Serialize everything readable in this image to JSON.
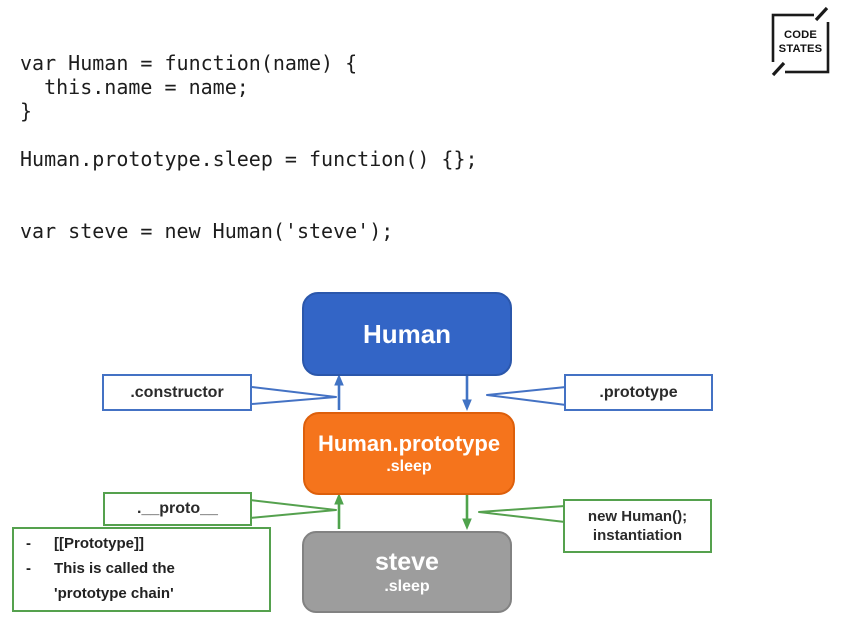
{
  "code": {
    "text": "var Human = function(name) {\n  this.name = name;\n}\n\nHuman.prototype.sleep = function() {};\n\n\nvar steve = new Human('steve');"
  },
  "logo": {
    "top": "CODE",
    "bottom": "STATES"
  },
  "diagram": {
    "human_box": {
      "title": "Human"
    },
    "prototype_box": {
      "title": "Human.prototype",
      "subtitle": ".sleep"
    },
    "steve_box": {
      "title": "steve",
      "subtitle": ".sleep"
    },
    "callout_constructor": {
      "label": ".constructor"
    },
    "callout_prototype": {
      "label": ".prototype"
    },
    "callout_proto": {
      "label": ".__proto__"
    },
    "callout_instantiation": {
      "line1": "new Human();",
      "line2": "instantiation"
    },
    "note": {
      "bullet": "-",
      "items": [
        "[[Prototype]]",
        "This is called the 'prototype chain'"
      ]
    },
    "colors": {
      "human_fill": "#3365c6",
      "human_border": "#2b57ab",
      "prototype_fill": "#f5741c",
      "prototype_border": "#dd5f0b",
      "steve_fill": "#9d9d9d",
      "steve_border": "#828282",
      "blue_accent": "#4472c4",
      "green_accent": "#55a14e"
    }
  }
}
